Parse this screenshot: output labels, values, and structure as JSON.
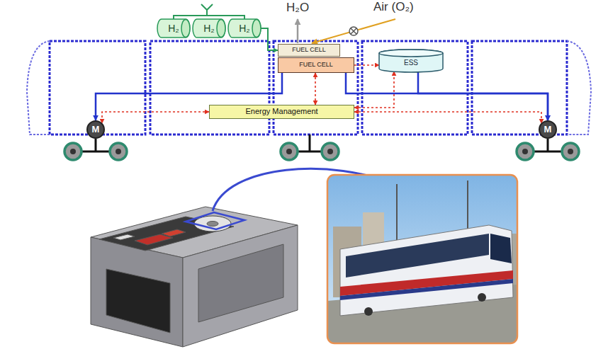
{
  "diagram": {
    "nodes": [
      {
        "text": [
          "H₂"
        ]
      },
      {
        "text": [
          "H₂"
        ]
      },
      {
        "text": [
          "H₂"
        ]
      },
      {
        "text": [
          "FUEL CELL"
        ]
      },
      {
        "text": [
          "FUEL CELL"
        ]
      },
      {
        "text": [
          "ESS"
        ]
      },
      {
        "text": [
          "Energy Management"
        ]
      },
      {
        "text": [
          "M"
        ]
      },
      {
        "text": [
          "M"
        ]
      }
    ],
    "edges": [
      {
        "from": 2,
        "to": 3,
        "arrow": "to"
      },
      {
        "from": 4,
        "to": 7,
        "arrow": "to"
      },
      {
        "from": 4,
        "to": 8,
        "arrow": "to"
      },
      {
        "from": 5,
        "to": 8,
        "arrow": "to"
      },
      {
        "from": 6,
        "to": 7,
        "arrow": "both"
      },
      {
        "from": 6,
        "to": 8,
        "arrow": "both"
      },
      {
        "from": 6,
        "to": 5,
        "arrow": "both"
      },
      {
        "from": 4,
        "to": 5,
        "arrow": "to"
      },
      {
        "from": 6,
        "to": 4,
        "arrow": "both"
      }
    ],
    "labels": [
      "H₂O",
      "Air (O₂)"
    ]
  }
}
